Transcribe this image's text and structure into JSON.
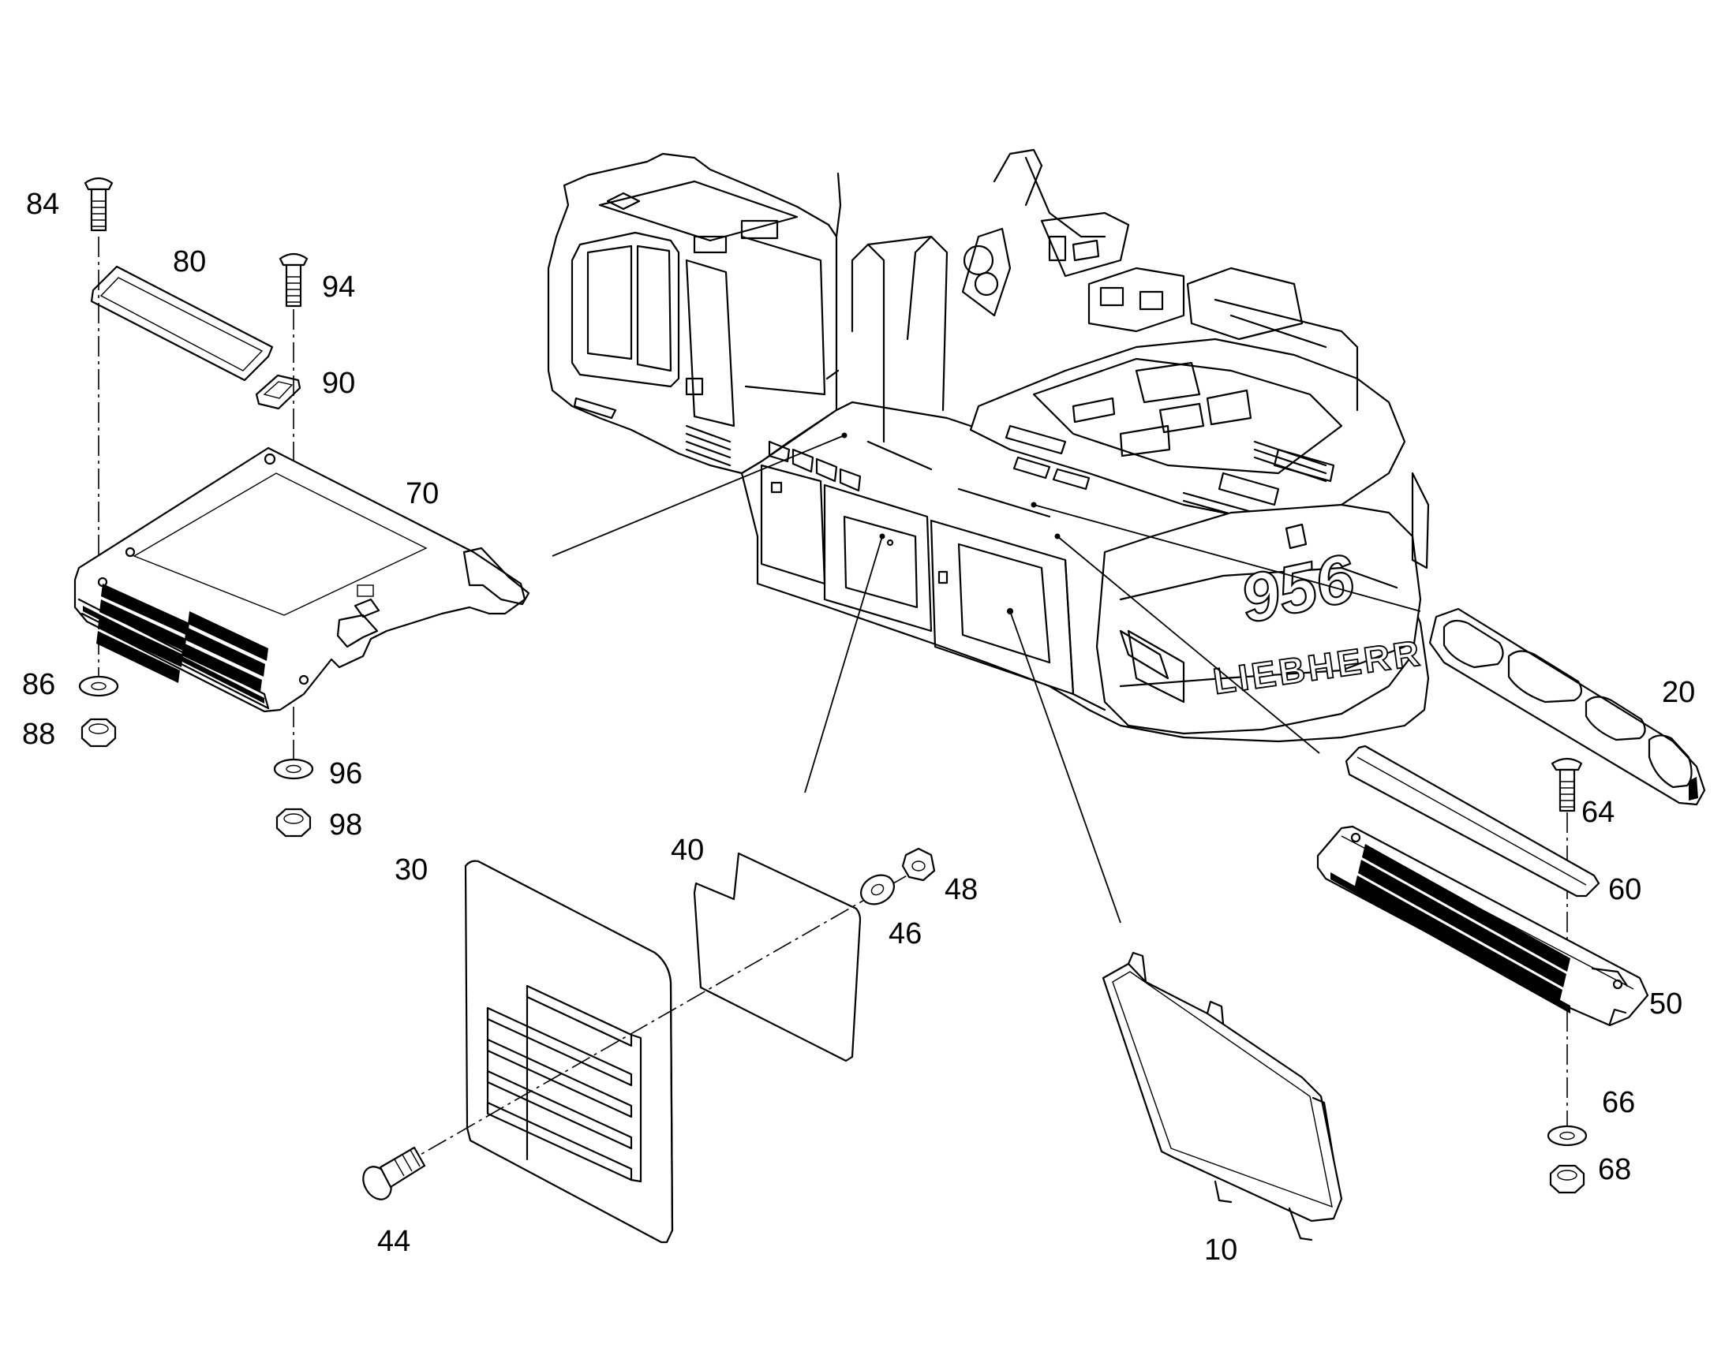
{
  "diagram": {
    "callouts": [
      {
        "id": "c84",
        "label": "84"
      },
      {
        "id": "c80",
        "label": "80"
      },
      {
        "id": "c94",
        "label": "94"
      },
      {
        "id": "c90",
        "label": "90"
      },
      {
        "id": "c70",
        "label": "70"
      },
      {
        "id": "c86",
        "label": "86"
      },
      {
        "id": "c88",
        "label": "88"
      },
      {
        "id": "c96",
        "label": "96"
      },
      {
        "id": "c98",
        "label": "98"
      },
      {
        "id": "c30",
        "label": "30"
      },
      {
        "id": "c40",
        "label": "40"
      },
      {
        "id": "c48",
        "label": "48"
      },
      {
        "id": "c46",
        "label": "46"
      },
      {
        "id": "c44",
        "label": "44"
      },
      {
        "id": "c10",
        "label": "10"
      },
      {
        "id": "c20",
        "label": "20"
      },
      {
        "id": "c64",
        "label": "64"
      },
      {
        "id": "c60",
        "label": "60"
      },
      {
        "id": "c50",
        "label": "50"
      },
      {
        "id": "c66",
        "label": "66"
      },
      {
        "id": "c68",
        "label": "68"
      }
    ],
    "machine_markings": {
      "model_number": "956",
      "brand": "LIEBHERR"
    }
  }
}
